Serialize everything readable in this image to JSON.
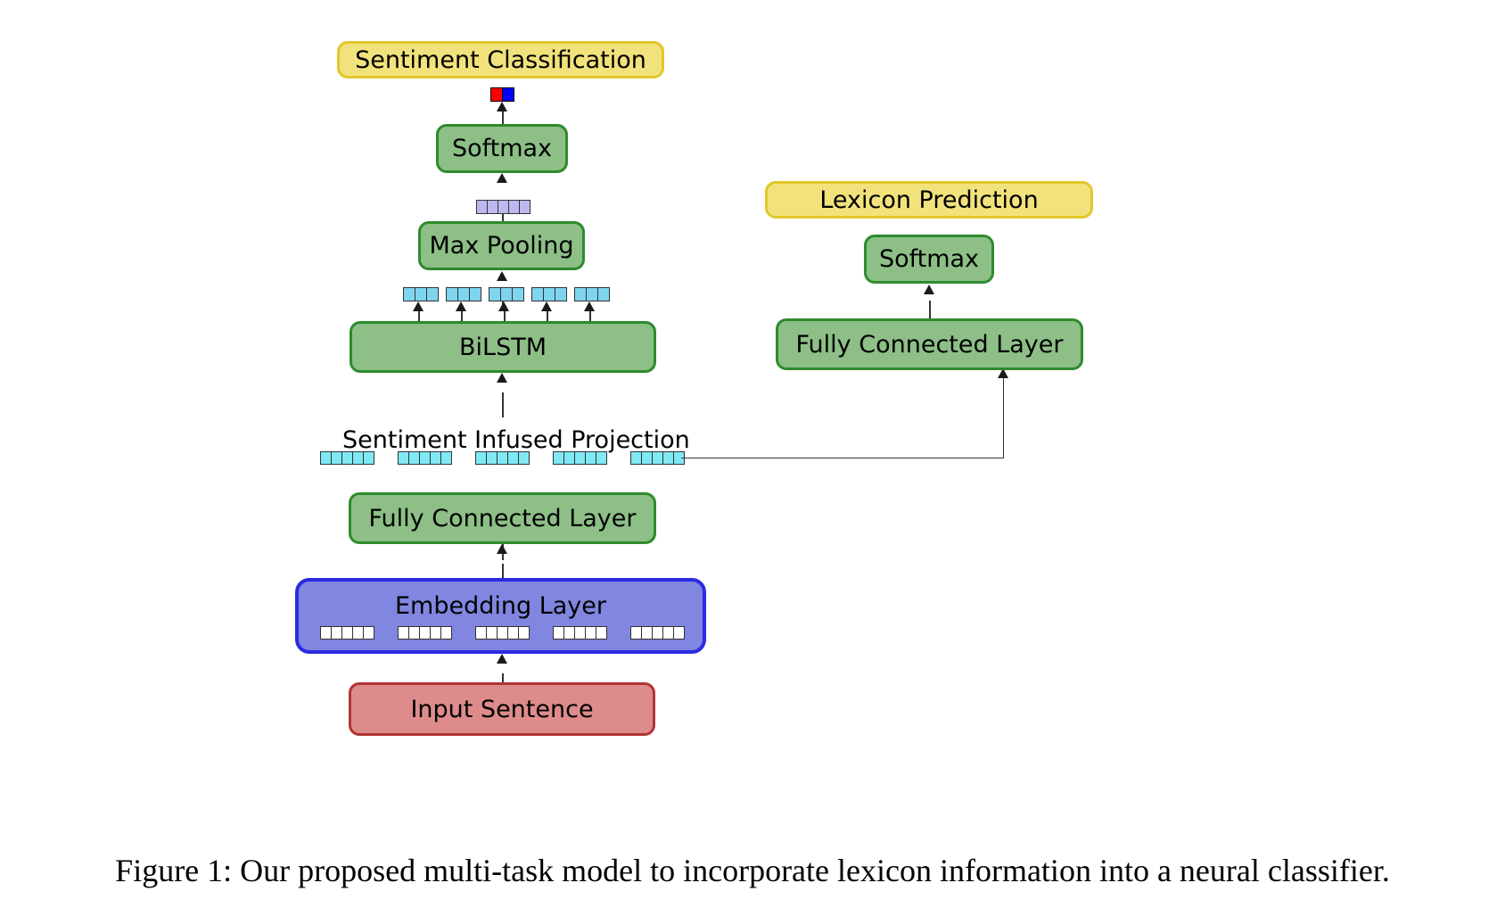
{
  "figure": {
    "caption": "Figure 1: Our proposed multi-task model to incorporate lexicon information into a neural classifier.",
    "background_color": "#ffffff"
  },
  "colors": {
    "green_fill": "#8dbf87",
    "green_border": "#2e8b2e",
    "yellow_fill": "#f2e27c",
    "yellow_border": "#e3c72a",
    "purple_fill": "#8186e0",
    "purple_border": "#2b2be0",
    "red_fill": "#dd8b8b",
    "red_border": "#b23434",
    "cyan_cell": "#7fe9f5",
    "blue_cell": "#7fd4ef",
    "lavender_cell": "#bdb9ef",
    "white_cell": "#ffffff",
    "arrow": "#333333",
    "sentiment_negative": "#ff0000",
    "sentiment_positive": "#0000ff"
  },
  "nodes": {
    "sentiment_classification": {
      "label": "Sentiment Classification",
      "style": "yellow"
    },
    "softmax_left": {
      "label": "Softmax",
      "style": "green"
    },
    "max_pooling": {
      "label": "Max Pooling",
      "style": "green"
    },
    "bilstm": {
      "label": "BiLSTM",
      "style": "green"
    },
    "sentiment_infused_projection": {
      "label": "Sentiment Infused Projection",
      "style": "plain-text"
    },
    "fully_connected_left": {
      "label": "Fully Connected Layer",
      "style": "green"
    },
    "embedding_layer": {
      "label": "Embedding Layer",
      "style": "purple"
    },
    "input_sentence": {
      "label": "Input Sentence",
      "style": "red"
    },
    "lexicon_prediction": {
      "label": "Lexicon Prediction",
      "style": "yellow"
    },
    "softmax_right": {
      "label": "Softmax",
      "style": "green"
    },
    "fully_connected_right": {
      "label": "Fully Connected Layer",
      "style": "green"
    }
  },
  "vectors": {
    "sentiment_output": {
      "cells": 2,
      "colors": [
        "#ff0000",
        "#0000ff"
      ],
      "name": "class-probability-squares"
    },
    "pooled_vector": {
      "cells": 5,
      "color": "#bdb9ef",
      "name": "pooled-feature-vector"
    },
    "bilstm_outputs": {
      "count": 5,
      "cells": 3,
      "color": "#7fd4ef",
      "name": "bilstm-hidden-state"
    },
    "projection_vectors": {
      "count": 5,
      "cells": 5,
      "color": "#7fe9f5",
      "name": "sentiment-infused-token-vector"
    },
    "embedding_vectors": {
      "count": 5,
      "cells": 5,
      "color": "#ffffff",
      "name": "word-embedding-vector"
    }
  },
  "edges": [
    {
      "from": "softmax_left",
      "to": "sentiment_output",
      "kind": "arrow-up"
    },
    {
      "from": "pooled_vector",
      "to": "softmax_left",
      "kind": "arrow-up"
    },
    {
      "from": "max_pooling",
      "to": "pooled_vector",
      "kind": "line-up"
    },
    {
      "from": "bilstm_outputs",
      "to": "max_pooling",
      "kind": "arrow-up"
    },
    {
      "from": "bilstm",
      "to": "bilstm_outputs",
      "kind": "arrow-up"
    },
    {
      "from": "projection_vectors",
      "to": "bilstm",
      "kind": "arrow-up"
    },
    {
      "from": "fully_connected_left",
      "to": "projection_vectors",
      "kind": "line-up"
    },
    {
      "from": "embedding_layer",
      "to": "fully_connected_left",
      "kind": "arrow-up"
    },
    {
      "from": "input_sentence",
      "to": "embedding_layer",
      "kind": "arrow-up"
    },
    {
      "from": "projection_vectors",
      "to": "fully_connected_right",
      "kind": "elbow-arrow"
    },
    {
      "from": "fully_connected_right",
      "to": "softmax_right",
      "kind": "arrow-up"
    }
  ]
}
